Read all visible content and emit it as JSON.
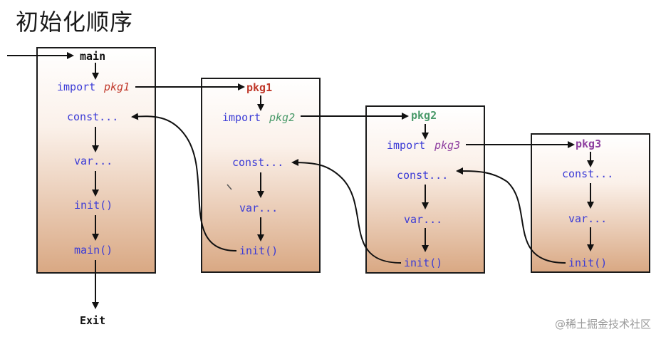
{
  "title": "初始化顺序",
  "watermark": "@稀土掘金技术社区",
  "colors": {
    "keyword": "#3b3bd6",
    "pkg1": "#c0392b",
    "pkg2": "#4a9a6a",
    "pkg3": "#8e3fa0",
    "box_top": "#ffffff",
    "box_bottom": "#d9a883"
  },
  "main_box": {
    "entry": "main",
    "import_kw": "import",
    "import_pkg": "pkg1",
    "const": "const...",
    "var": "var...",
    "init": "init()",
    "main_call": "main()",
    "exit": "Exit"
  },
  "pkg1_box": {
    "name": "pkg1",
    "import_kw": "import",
    "import_pkg": "pkg2",
    "const": "const...",
    "var": "var...",
    "init": "init()"
  },
  "pkg2_box": {
    "name": "pkg2",
    "import_kw": "import",
    "import_pkg": "pkg3",
    "const": "const...",
    "var": "var...",
    "init": "init()"
  },
  "pkg3_box": {
    "name": "pkg3",
    "const": "const...",
    "var": "var...",
    "init": "init()"
  }
}
